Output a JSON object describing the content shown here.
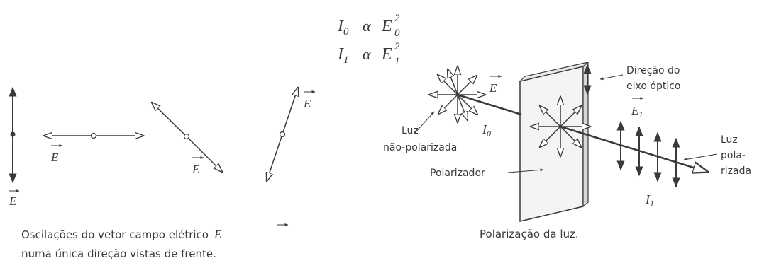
{
  "formulas": {
    "line1": {
      "i": "I",
      "sub": "0",
      "rel": "α",
      "e": "E",
      "sup": "2",
      "esub": "0"
    },
    "line2": {
      "i": "I",
      "sub": "1",
      "rel": "α",
      "e": "E",
      "sup": "2",
      "esub": "1"
    }
  },
  "left_panel": {
    "vector_label": "E",
    "caption_line1": "Oscilações do vetor campo elétrico",
    "caption_vector": "E",
    "caption_line2": "numa única direção vistas de frente."
  },
  "right_panel": {
    "e_label": "E",
    "i0": {
      "i": "I",
      "sub": "0"
    },
    "i1": {
      "i": "I",
      "sub": "1"
    },
    "e1": {
      "e": "E",
      "sub": "1"
    },
    "axis_label_line1": "Direção do",
    "axis_label_line2": "eixo óptico",
    "unpolarized_line1": "Luz",
    "unpolarized_line2": "não-polarizada",
    "polarizer": "Polarizador",
    "polarized_line1": "Luz",
    "polarized_line2": "pola-",
    "polarized_line3": "rizada",
    "caption": "Polarização da luz."
  },
  "colors": {
    "ink": "#3a3a3a",
    "plate": "#f4f4f4"
  }
}
